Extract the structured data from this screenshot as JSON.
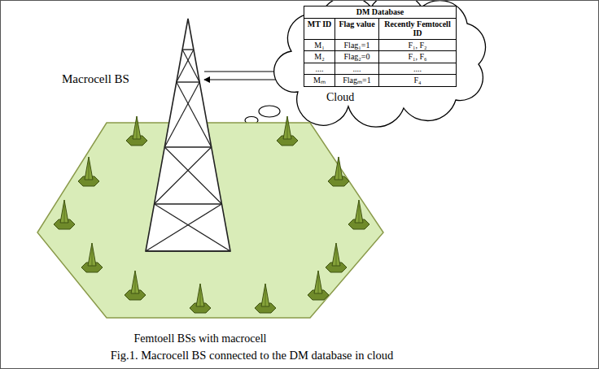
{
  "diagram": {
    "caption": "Fig.1. Macrocell BS connected to the DM database in cloud",
    "nodes": [
      {
        "text": [
          "Cloud"
        ]
      },
      {
        "text": [
          "DM Database"
        ],
        "in": 0
      },
      {
        "text": [
          "Macrocell BS"
        ]
      },
      {
        "text": [
          "Femtoell BSs with macrocell"
        ]
      }
    ],
    "edges": [
      {
        "from": 2,
        "to": 0,
        "arrow": "to"
      },
      {
        "from": 0,
        "to": 2,
        "arrow": "to"
      }
    ],
    "labels": [
      "MT ID",
      "Flag value",
      "Recently Femtocell ID",
      "M₁",
      "Flag₁=1",
      "F₁, F₂",
      "M₂",
      "Flag₂=0",
      "F₁, F₆",
      "....",
      "....",
      "....",
      "Mₘ",
      "Flagₘ=1",
      "F₄"
    ]
  }
}
